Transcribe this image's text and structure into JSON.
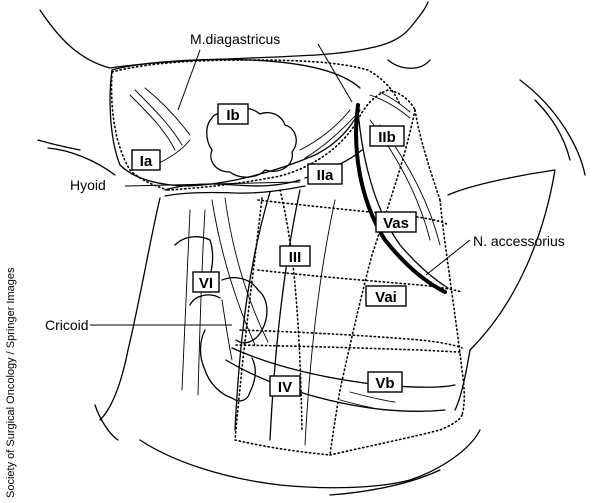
{
  "figure": {
    "labels": {
      "m_diagastricus": "M.diagastricus",
      "hyoid": "Hyoid",
      "n_accessorius": "N. accessorius",
      "cricoid": "Cricoid"
    },
    "levels": {
      "Ia": "Ia",
      "Ib": "Ib",
      "IIa": "IIa",
      "IIb": "IIb",
      "III": "III",
      "IV": "IV",
      "VI": "VI",
      "Vas": "Vas",
      "Vai": "Vai",
      "Vb": "Vb"
    },
    "credit": "Society of Surgical Oncology / Springer Images"
  }
}
